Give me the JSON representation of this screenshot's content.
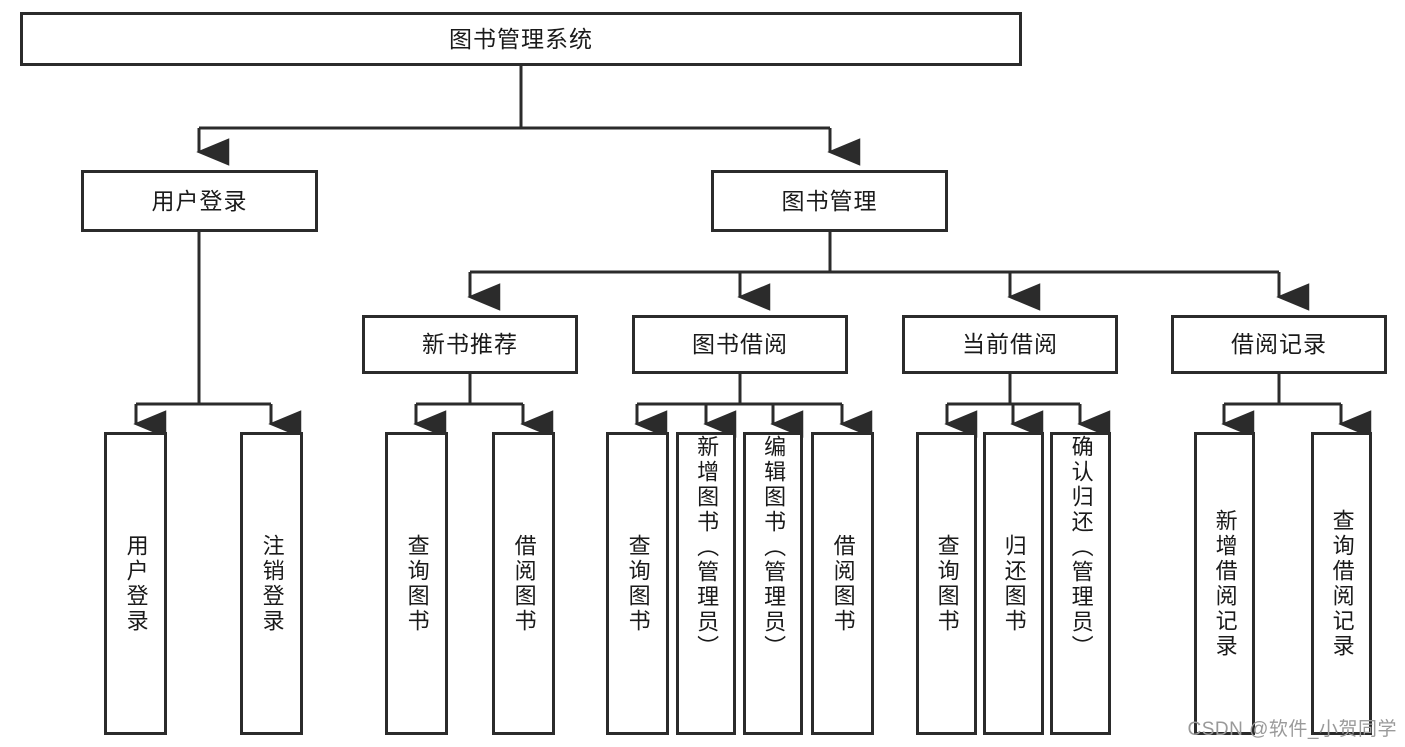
{
  "diagram": {
    "title": "图书管理系统",
    "type": "tree-hierarchy-diagram",
    "watermark": "CSDN @软件_小贺同学",
    "colors": {
      "box_border": "#2b2b2b",
      "box_fill": "#ffffff",
      "connector": "#2b2b2b",
      "text": "#1a1a1a",
      "watermark": "#9a9a9a"
    }
  },
  "root": {
    "label": "图书管理系统"
  },
  "level2": [
    {
      "label": "用户登录"
    },
    {
      "label": "图书管理"
    }
  ],
  "level3": [
    {
      "label": "新书推荐"
    },
    {
      "label": "图书借阅"
    },
    {
      "label": "当前借阅"
    },
    {
      "label": "借阅记录"
    }
  ],
  "leaves": {
    "user_login": [
      {
        "label": "用户登录"
      },
      {
        "label": "注销登录"
      }
    ],
    "new_book_recommend": [
      {
        "label": "查询图书"
      },
      {
        "label": "借阅图书"
      }
    ],
    "book_borrow": [
      {
        "label": "查询图书"
      },
      {
        "label": "新增图书（管理员）"
      },
      {
        "label": "编辑图书（管理员）"
      },
      {
        "label": "借阅图书"
      }
    ],
    "current_borrow": [
      {
        "label": "查询图书"
      },
      {
        "label": "归还图书"
      },
      {
        "label": "确认归还（管理员）"
      }
    ],
    "borrow_record": [
      {
        "label": "新增借阅记录"
      },
      {
        "label": "查询借阅记录"
      }
    ]
  }
}
